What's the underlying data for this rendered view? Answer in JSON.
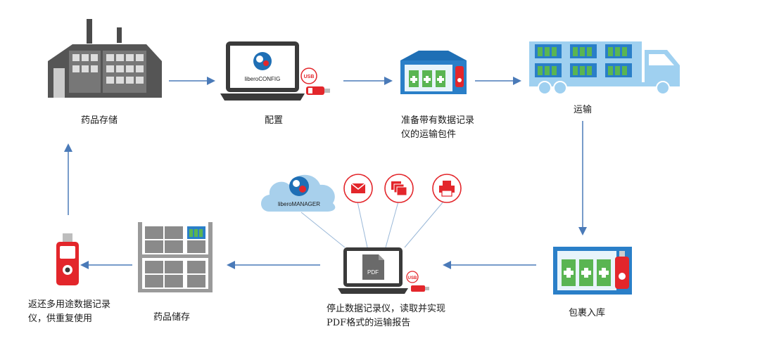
{
  "steps": {
    "storage": "药品存储",
    "config": "配置",
    "prepare": "准备带有数据记录仪的运输包件",
    "transport": "运输",
    "receive": "包裹入库",
    "report": "停止数据记录仪，读取并实现PDF格式的运输报告",
    "store": "药品储存",
    "return": "返还多用途数据记录仪，供重复使用"
  },
  "icons": {
    "laptop_top": "liberoCONFIG",
    "usb_badge_top": "USB",
    "cloud": "liberoMANAGER",
    "pdf_doc": "PDF",
    "usb_badge_bottom": "USB"
  },
  "colors": {
    "arrow": "#4a7ab8",
    "brand_red": "#e3262b",
    "brand_blue": "#1f6fb5",
    "light_blue": "#9fd0f0",
    "dark_gray": "#4a4a4a"
  }
}
